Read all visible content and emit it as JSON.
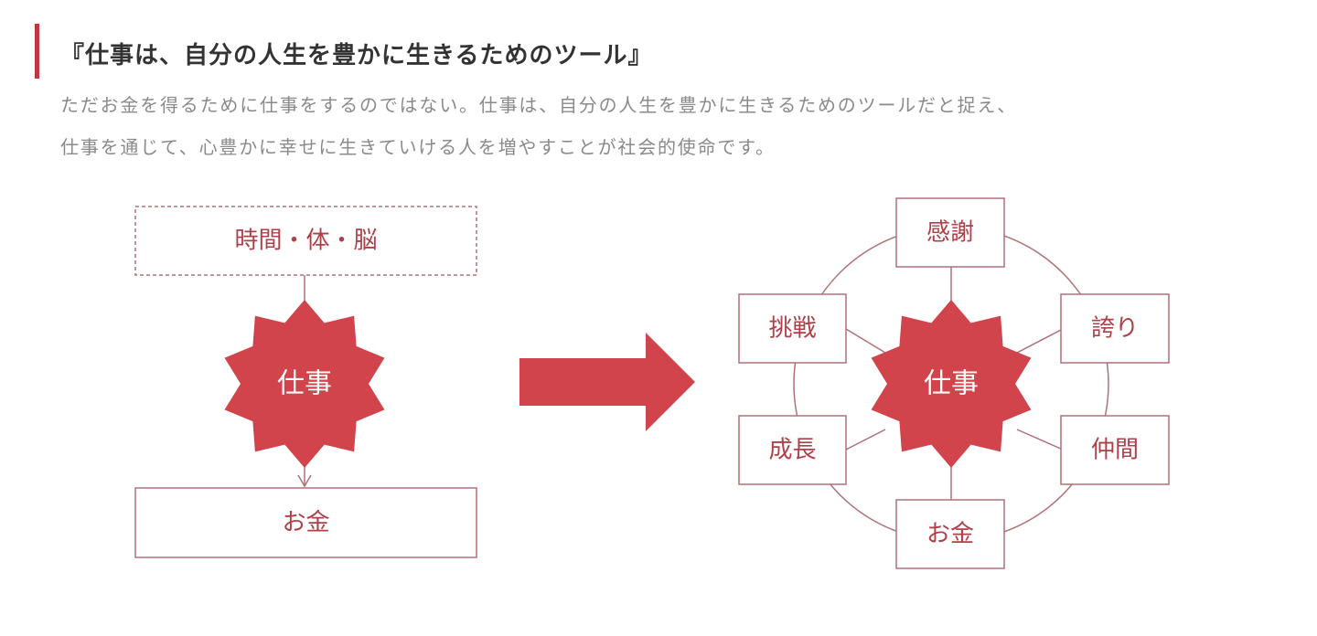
{
  "heading": "『仕事は、自分の人生を豊かに生きるためのツール』",
  "lead": [
    "ただお金を得るために仕事をするのではない。仕事は、自分の人生を豊かに生きるためのツールだと捉え、",
    "仕事を通じて、心豊かに幸せに生きていける人を増やすことが社会的使命です。"
  ],
  "before": {
    "input_label": "時間・体・脳",
    "center_label": "仕事",
    "output_label": "お金"
  },
  "after": {
    "center_label": "仕事",
    "items": [
      {
        "id": "gratitude",
        "label": "感謝"
      },
      {
        "id": "pride",
        "label": "誇り"
      },
      {
        "id": "companions",
        "label": "仲間"
      },
      {
        "id": "money",
        "label": "お金"
      },
      {
        "id": "growth",
        "label": "成長"
      },
      {
        "id": "challenge",
        "label": "挑戦"
      }
    ]
  },
  "colors": {
    "accent": "#c0383f",
    "star_fill": "#d2444b",
    "box_stroke": "#b07078",
    "box_text": "#b04048",
    "heading_text": "#333333",
    "lead_text": "#8a8a8a"
  }
}
